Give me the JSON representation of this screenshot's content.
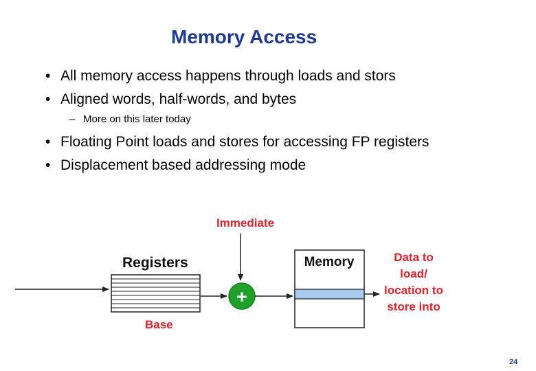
{
  "slide": {
    "title": "Memory Access",
    "bullets": [
      "All memory access happens through loads and stors",
      "Aligned words, half-words, and bytes"
    ],
    "sub_bullets": [
      "More on this later today"
    ],
    "bullets_after": [
      "Floating Point loads and stores for accessing FP registers",
      "Displacement based addressing mode"
    ],
    "bullet_marker": "•",
    "sub_bullet_marker": "–",
    "page_number": "24"
  },
  "diagram": {
    "immediate_label": "Immediate",
    "registers_label": "Registers",
    "base_label": "Base",
    "adder_symbol": "+",
    "memory_label": "Memory",
    "data_label_lines": [
      "Data to",
      "load/",
      "location to",
      "store into"
    ],
    "colors": {
      "red_label": "#e8202a",
      "adder_green": "#1fa02a",
      "memory_highlight": "#a9c8ee",
      "title_blue": "#1f3a93"
    }
  }
}
